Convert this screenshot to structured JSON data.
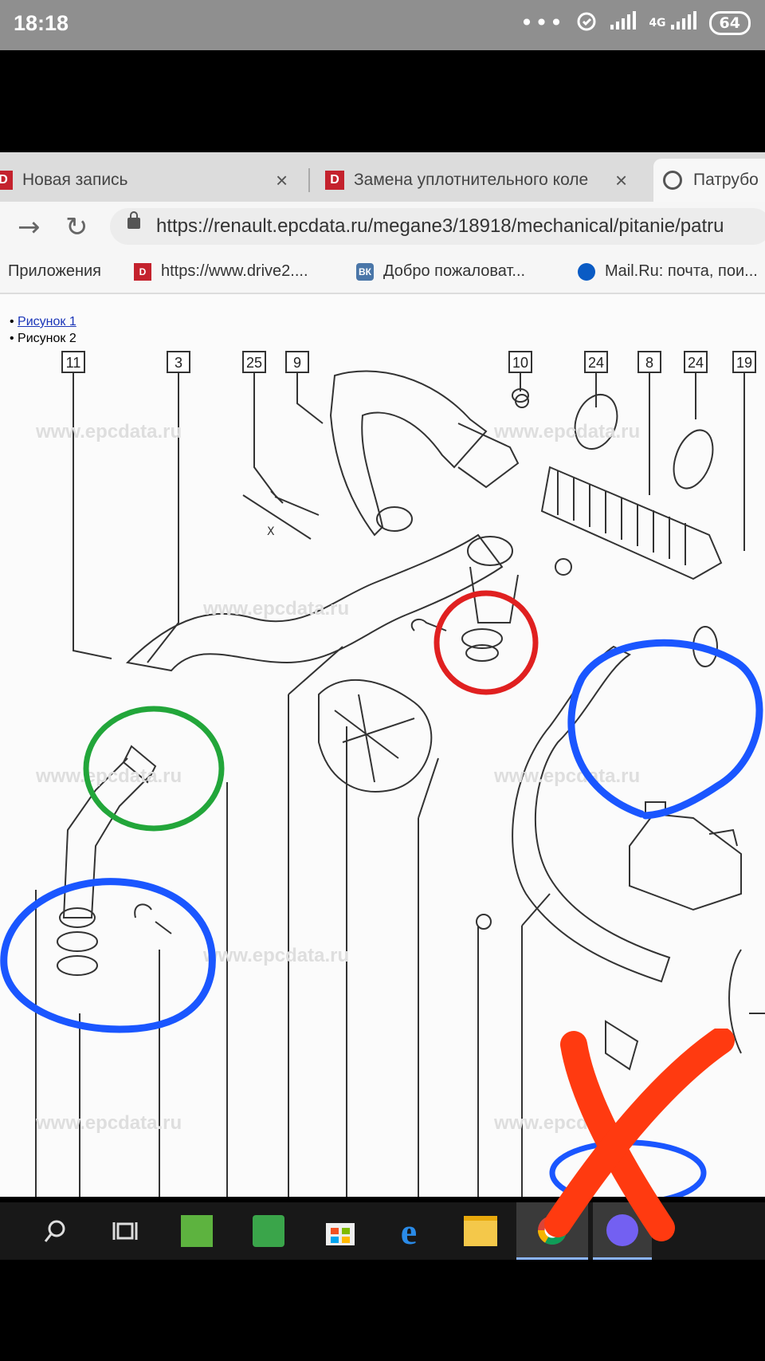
{
  "status_bar": {
    "time": "18:18",
    "network": "4G",
    "battery": "64"
  },
  "browser": {
    "tabs": [
      {
        "label": "Новая запись",
        "favicon": "D"
      },
      {
        "label": "Замена уплотнительного коле",
        "favicon": "D"
      },
      {
        "label": "Патрубо",
        "favicon": "globe-icon"
      }
    ],
    "url": "https://renault.epcdata.ru/megane3/18918/mechanical/pitanie/patru",
    "bookmarks": [
      {
        "label": "Приложения"
      },
      {
        "label": "https://www.drive2....",
        "favicon": "D"
      },
      {
        "label": "Добро пожаловат...",
        "favicon": "ВК"
      },
      {
        "label": "Mail.Ru: почта, пои..."
      }
    ]
  },
  "page": {
    "figure_links": [
      {
        "label": "Рисунок 1"
      },
      {
        "label": "Рисунок 2"
      }
    ],
    "part_labels": [
      "11",
      "3",
      "25",
      "9",
      "10",
      "24",
      "8",
      "24",
      "19"
    ],
    "watermark": "www.epcdata.ru",
    "dimension_label": "X"
  },
  "annotation_colors": {
    "blue": "#1a56ff",
    "green": "#22a63a",
    "red": "#e02020",
    "cross": "#ff3a10"
  },
  "taskbar": {
    "icons": [
      "search-icon",
      "task-view-icon",
      "cloud-app-icon",
      "notes-app-icon",
      "store-icon",
      "edge-icon",
      "explorer-icon",
      "chrome-icon",
      "viber-icon"
    ]
  }
}
